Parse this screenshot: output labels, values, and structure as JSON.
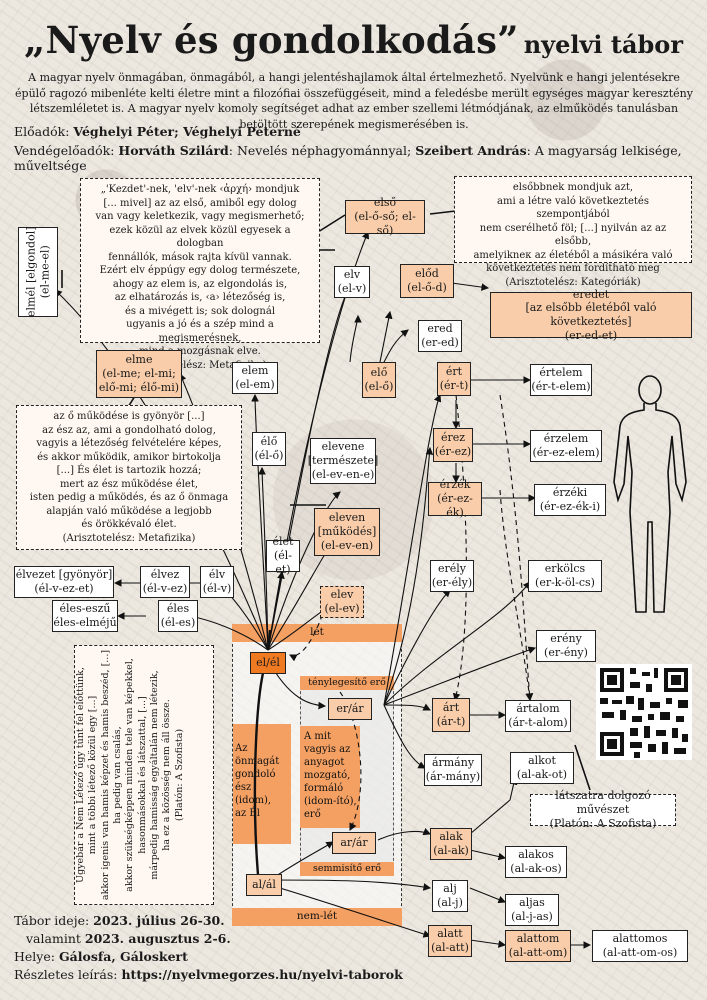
{
  "title": {
    "main": "„Nyelv és gondolkodás”",
    "sub": "nyelvi tábor"
  },
  "intro": "A magyar nyelv önmagában, önmagából, a hangi jelentéshajlamok által értelmezhető. Nyelvünk e hangi jelentésekre épülő ragozó mibenléte kelti életre mint a filozófiai összefüggéseit, mind a feledésbe merült egységes magyar keresztény létszemléletet is. A magyar nyelv komoly segítséget adhat az ember szellemi létmódjának, az elműködés tanulásban betöltött szerepének megismerésében is.",
  "speakers": {
    "label": "Előadók:",
    "names": "Véghelyi Péter; Véghelyi Péterné"
  },
  "guests": {
    "label": "Vendégelőadók:",
    "g1_name": "Horváth Szilárd",
    "g1_topic": ": Nevelés néphagyománnyal;",
    "g2_name": "Szeibert András",
    "g2_topic": ": A magyarság lelkisége, műveltsége"
  },
  "quotes": {
    "q1": [
      "„'Kezdet'-nek, 'elv'-nek ‹ἀρχή› mondjuk",
      "[... mivel] az az első, amiből egy dolog",
      "van vagy keletkezik, vagy megismerhető;",
      "ezek közül az elvek közül egyesek a dologban",
      "fennállók, mások rajta kívül vannak.",
      "Ezért elv éppúgy egy dolog természete,",
      "ahogy az elem is, az elgondolás is,",
      "az elhatározás is, ‹a› létezőség is,",
      "és a mivégett is; sok dolognál",
      "ugyanis a jó és a szép mind a megismerésnek,",
      "mind a mozgásnak elve.",
      "(Arisztotelész: Metafizika)"
    ],
    "q2": [
      "az ő működése is gyönyör [...]",
      "az ész az, ami a gondolható dolog,",
      "vagyis a létezőség felvételére képes,",
      "és akkor működik, amikor birtokolja",
      "[...] És élet is tartozik hozzá;",
      "mert az ész működése élet,",
      "isten pedig a működés, és az ő önmaga",
      "alapján való működése a legjobb",
      "és örökkévaló élet.",
      "(Arisztotelész: Metafizika)"
    ],
    "q3": [
      "elsőbbnek mondjuk azt,",
      "ami a létre való következtetés szempontjából",
      "nem cserélhető föl; [...] nyilván az az elsőbb,",
      "amelyikneк az életéből a másikéra való",
      "következtetés nem fordítható meg",
      "(Arisztotelész: Kategóriák)"
    ],
    "q4": [
      "Ugyebár a Nem Létező úgy tűnt fel előttünk,",
      "mint a többi létező közül egy [...]",
      "akkor igenis van hamis képzet és hamis beszéd, [...]",
      "ha pedig van csalás,",
      "akkor szükségképpen minden tele van képekkel,",
      "hasonmásokkal és látszattal, [...]",
      "márpedig hamisság egyáltalán nem létezik,",
      "ha ez a közösség nem áll össze.",
      "(Platón: A Szofista)"
    ]
  },
  "nodes": {
    "elme_elgondol": [
      "elmél [elgondol]",
      "(el-me-el)"
    ],
    "elso": [
      "első",
      "(el-ő-ső; el-ső)"
    ],
    "elv": [
      "elv",
      "(el-v)"
    ],
    "elod": [
      "előd",
      "(el-ő-d)"
    ],
    "eredet": [
      "eredet",
      "[az elsőbb életéből való következtetés]",
      "(er-ed-et)"
    ],
    "elme": [
      "elme",
      "(el-me; el-mi;",
      "elő-mi; élő-mi)"
    ],
    "elem": [
      "elem",
      "(el-em)"
    ],
    "elo_el": [
      "elő",
      "(el-ő)"
    ],
    "ered": [
      "ered",
      "(er-ed)"
    ],
    "ert": [
      "ért",
      "(ér-t)"
    ],
    "ertelem": [
      "értelem",
      "(ér-t-elem)"
    ],
    "elo_el2": [
      "élő",
      "(él-ő)"
    ],
    "elevene": [
      "elevene",
      "[természete]",
      "(el-ev-en-e)"
    ],
    "erez": [
      "érez",
      "(ér-ez)"
    ],
    "erzelem": [
      "érzelem",
      "(ér-ez-elem)"
    ],
    "erzek": [
      "érzék",
      "(ér-ez-ék)"
    ],
    "erzeki": [
      "érzéki",
      "(ér-ez-ék-i)"
    ],
    "eleven": [
      "eleven",
      "[működés]",
      "(el-ev-en)"
    ],
    "elet": [
      "élet",
      "(él-et)"
    ],
    "elvezet": [
      "élvezet [gyönyör]",
      "(él-v-ez-et)"
    ],
    "elvez": [
      "élvez",
      "(él-v-ez)"
    ],
    "elv2": [
      "élv",
      "(él-v)"
    ],
    "elev": [
      "elev",
      "(el-ev)"
    ],
    "erely": [
      "erély",
      "(er-ély)"
    ],
    "erkolcs": [
      "erkölcs",
      "(er-k-öl-cs)"
    ],
    "eles_eszu": [
      "éles-eszű",
      "éles-elméjű"
    ],
    "eles": [
      "éles",
      "(él-es)"
    ],
    "ereny": [
      "erény",
      "(er-ény)"
    ],
    "el_al_top": [
      "el/él"
    ],
    "er_ar": [
      "er/ár"
    ],
    "art": [
      "árt",
      "(ár-t)"
    ],
    "artalom": [
      "ártalom",
      "(ár-t-alom)"
    ],
    "armany": [
      "ármány",
      "(ár-mány)"
    ],
    "alkot": [
      "alkot",
      "(al-ak-ot)"
    ],
    "latszatra": [
      "látszatra dolgozó művészet",
      "(Platón: A Szofista)"
    ],
    "ar_ar": [
      "ar/ár"
    ],
    "alak": [
      "alak",
      "(al-ak)"
    ],
    "alakos": [
      "alakos",
      "(al-ak-os)"
    ],
    "al_al": [
      "al/ál"
    ],
    "alj": [
      "alj",
      "(al-j)"
    ],
    "aljas": [
      "aljas",
      "(al-j-as)"
    ],
    "alatt": [
      "alatt",
      "(al-att)"
    ],
    "alattom": [
      "alattom",
      "(al-att-om)"
    ],
    "alattomos": [
      "alattomos",
      "(al-att-om-os)"
    ]
  },
  "zones": {
    "let": "lét",
    "nemlet": "nem-lét",
    "tenyleg": "ténylegesítő erő",
    "semmisito": "semmisítő erő",
    "onmagat": [
      "Az",
      "önmagát",
      "gondoló",
      "ész (idom),",
      "az Él"
    ],
    "amit": [
      "A mit",
      "vagyis az",
      "anyagot",
      "mozgató,",
      "formáló",
      "(idom-ító),",
      "erő"
    ]
  },
  "footer": {
    "time_label": "Tábor ideje:",
    "time1": "2023. július 26-30.",
    "also_label": "valamint",
    "time2": "2023. augusztus 2-6.",
    "place_label": "Helye:",
    "place": "Gálosfa, Gáloskert",
    "details_label": "Részletes leírás:",
    "url": "https://nyelvmegorzes.hu/nyelvi-taborok"
  },
  "colors": {
    "accent": "#f07a22",
    "node_light": "#fbeee2",
    "node_orange": "#f9cda9",
    "zone": "#fde3cd"
  }
}
